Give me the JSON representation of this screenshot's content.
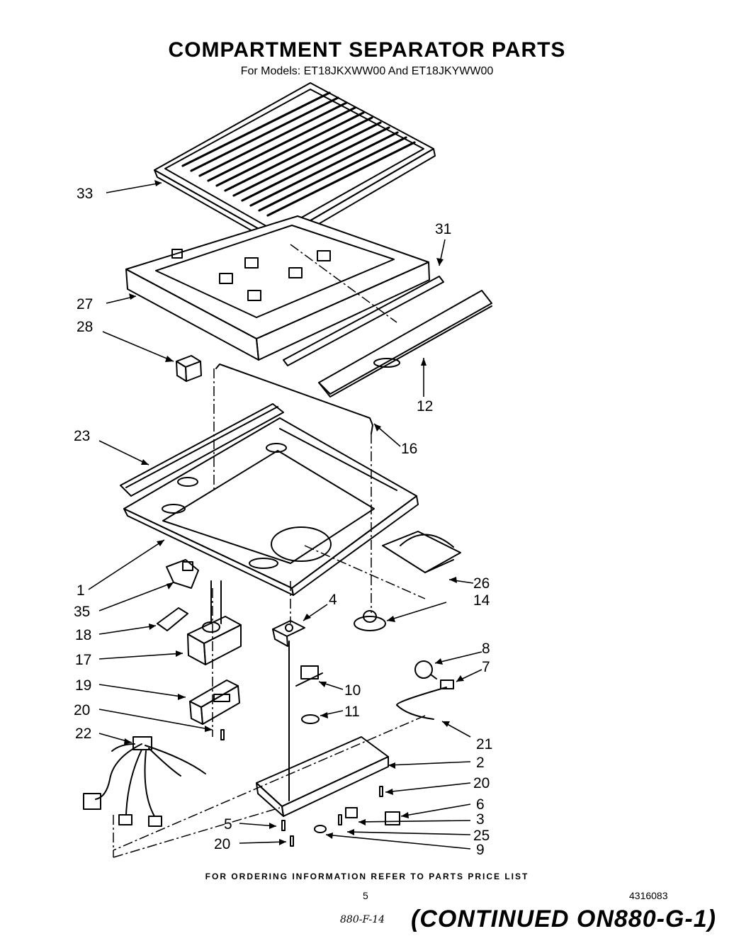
{
  "header": {
    "title": "COMPARTMENT SEPARATOR PARTS",
    "subtitle": "For Models: ET18JKXWW00 And ET18JKYWW00"
  },
  "callouts": [
    {
      "id": "33"
    },
    {
      "id": "31"
    },
    {
      "id": "27"
    },
    {
      "id": "28"
    },
    {
      "id": "12"
    },
    {
      "id": "23"
    },
    {
      "id": "16"
    },
    {
      "id": "1"
    },
    {
      "id": "26"
    },
    {
      "id": "35"
    },
    {
      "id": "4"
    },
    {
      "id": "14"
    },
    {
      "id": "18"
    },
    {
      "id": "17"
    },
    {
      "id": "8"
    },
    {
      "id": "7"
    },
    {
      "id": "19"
    },
    {
      "id": "10"
    },
    {
      "id": "20"
    },
    {
      "id": "11"
    },
    {
      "id": "22"
    },
    {
      "id": "21"
    },
    {
      "id": "2"
    },
    {
      "id": "20"
    },
    {
      "id": "6"
    },
    {
      "id": "5"
    },
    {
      "id": "3"
    },
    {
      "id": "25"
    },
    {
      "id": "20"
    },
    {
      "id": "9"
    }
  ],
  "footer": {
    "ordering_note": "FOR ORDERING INFORMATION REFER TO PARTS PRICE LIST",
    "page_number": "5",
    "document_number": "4316083",
    "handwritten_note": "880-F-14",
    "continued": "(CONTINUED ON880-G-1)"
  }
}
